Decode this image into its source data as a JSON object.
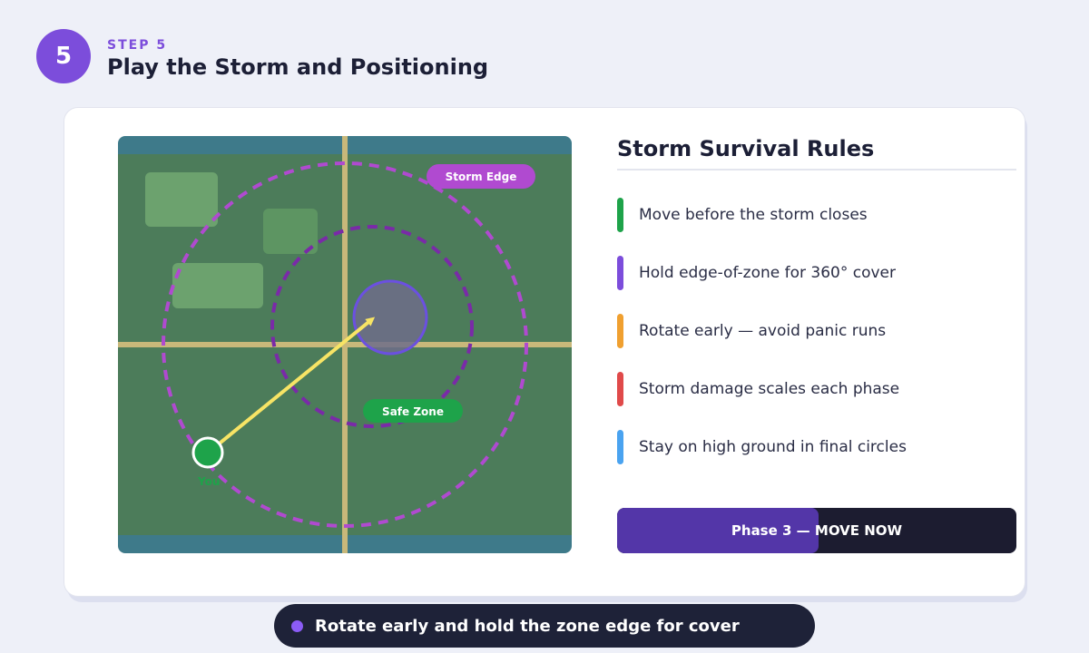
{
  "header": {
    "step_number": "5",
    "step_label": "STEP 5",
    "title": "Play the Storm and Positioning"
  },
  "map": {
    "storm_edge_label": "Storm Edge",
    "safe_zone_label": "Safe Zone",
    "player_label": "You",
    "colors": {
      "grass": "#4c7c5a",
      "water": "#3e7a8a",
      "road": "#c8b87a",
      "storm_ring": "#b04ad0",
      "inner_ring": "#7a2aa8",
      "safe_circle": "#6b50e0",
      "player": "#1ea34a",
      "arrow": "#f7e465"
    }
  },
  "rules": {
    "title": "Storm Survival Rules",
    "items": [
      {
        "text": "Move before the storm closes",
        "color": "#1ea34a"
      },
      {
        "text": "Hold edge-of-zone for 360° cover",
        "color": "#7c4ddb"
      },
      {
        "text": "Rotate early — avoid panic runs",
        "color": "#f0a030"
      },
      {
        "text": "Storm damage scales each phase",
        "color": "#e04a4a"
      },
      {
        "text": "Stay on high ground in final circles",
        "color": "#4aa3f0"
      }
    ]
  },
  "phase": {
    "label": "Phase 3 — MOVE NOW",
    "progress": 0.505
  },
  "tip": {
    "text": "Rotate early and hold the zone edge for cover"
  }
}
